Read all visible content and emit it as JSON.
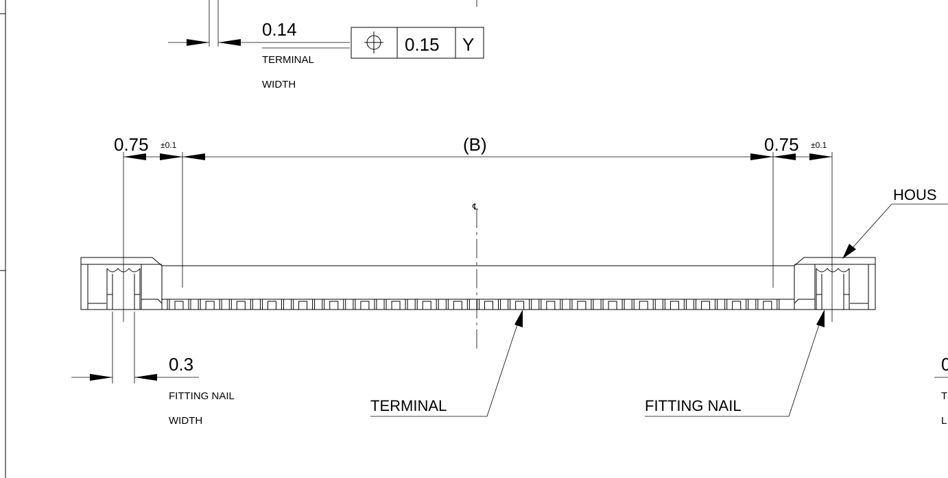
{
  "labels": {
    "terminal_width_value": "0.14",
    "terminal_width_line1": "TERMINAL",
    "terminal_width_line2": "WIDTH",
    "fcf_tolerance": "0.15",
    "fcf_datum": "Y",
    "dim_left": "0.75",
    "dim_left_tol": "±0.1",
    "dim_center": "(B)",
    "dim_right": "0.75",
    "dim_right_tol": "±0.1",
    "centerline_mark": "℄",
    "housing_label": "HOUS",
    "fitting_nail_width_value": "0.3",
    "fitting_nail_width_line1": "FITTING NAIL",
    "fitting_nail_width_line2": "WIDTH",
    "terminal_label": "TERMINAL",
    "fitting_nail_label": "FITTING NAIL",
    "right_edge_value": "0",
    "right_edge_line1": "T",
    "right_edge_line2": "L"
  },
  "icons": {
    "fcf_symbol": "position-tolerance-icon"
  }
}
